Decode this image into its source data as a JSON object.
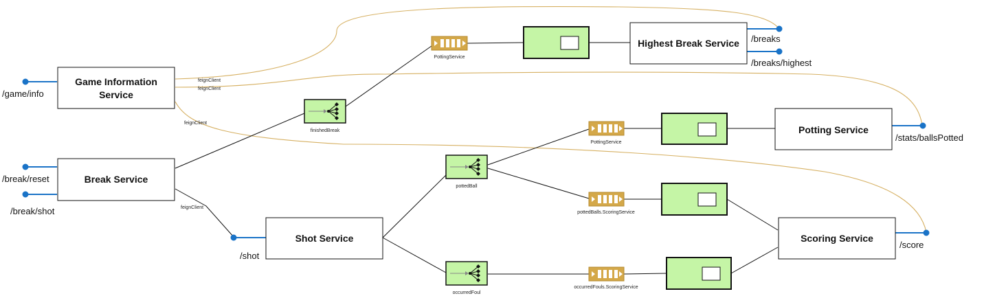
{
  "colors": {
    "line": "#111111",
    "feign": "#d6b062",
    "endpoint": "#1a73c7",
    "queue": "#d4a849",
    "green": "#c5f5a6",
    "box_stroke": "#111111"
  },
  "services": {
    "game_info_line1": "Game Information",
    "game_info_line2": "Service",
    "break": "Break Service",
    "shot": "Shot Service",
    "highest_break": "Highest Break Service",
    "potting": "Potting Service",
    "scoring": "Scoring Service"
  },
  "endpoints": {
    "game_info": "/game/info",
    "break_reset": "/break/reset",
    "break_shot": "/break/shot",
    "shot": "/shot",
    "breaks": "/breaks",
    "breaks_highest": "/breaks/highest",
    "stats_balls_potted": "/stats/ballsPotted",
    "score": "/score"
  },
  "feign_labels": {
    "f1": "feignClient",
    "f2": "feignClient",
    "f3": "feignClient",
    "f4": "feignClient"
  },
  "routers": {
    "finished_break": "finishedBreak",
    "potted_ball": "pottedBall",
    "occurred_foul": "occurredFoul"
  },
  "queues": {
    "q1": "PottingService",
    "q2": "PottingService",
    "q3": "pottedBalls.ScoringService",
    "q4": "occurredFouls.ScoringService"
  }
}
